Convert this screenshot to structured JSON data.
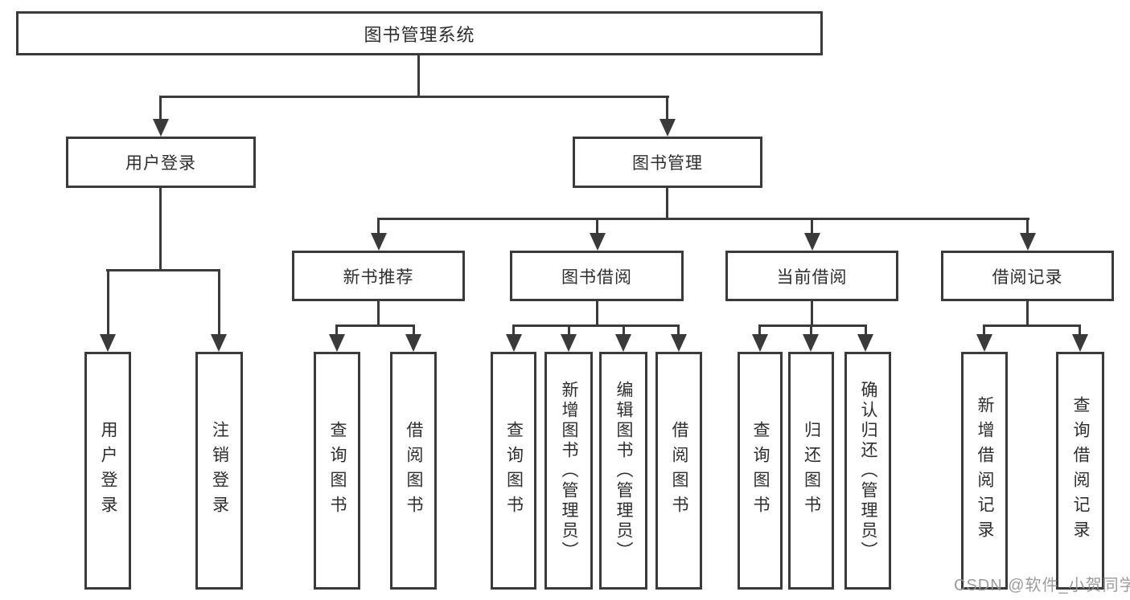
{
  "diagram": {
    "type": "hierarchy-tree",
    "root": {
      "label": "图书管理系统",
      "children": [
        {
          "label": "用户登录",
          "children": [
            {
              "label": "用户登录"
            },
            {
              "label": "注销登录"
            }
          ]
        },
        {
          "label": "图书管理",
          "children": [
            {
              "label": "新书推荐",
              "children": [
                {
                  "label": "查询图书"
                },
                {
                  "label": "借阅图书"
                }
              ]
            },
            {
              "label": "图书借阅",
              "children": [
                {
                  "label": "查询图书"
                },
                {
                  "label": "新增图书（管理员）"
                },
                {
                  "label": "编辑图书（管理员）"
                },
                {
                  "label": "借阅图书"
                }
              ]
            },
            {
              "label": "当前借阅",
              "children": [
                {
                  "label": "查询图书"
                },
                {
                  "label": "归还图书"
                },
                {
                  "label": "确认归还（管理员）"
                }
              ]
            },
            {
              "label": "借阅记录",
              "children": [
                {
                  "label": "新增借阅记录"
                },
                {
                  "label": "查询借阅记录"
                }
              ]
            }
          ]
        }
      ]
    },
    "watermark": "CSDN @软件_小贺同学",
    "colors": {
      "line": "#3a3a3a",
      "text": "#2e2e2e",
      "box_background": "#ffffff",
      "watermark": "#949494"
    }
  }
}
